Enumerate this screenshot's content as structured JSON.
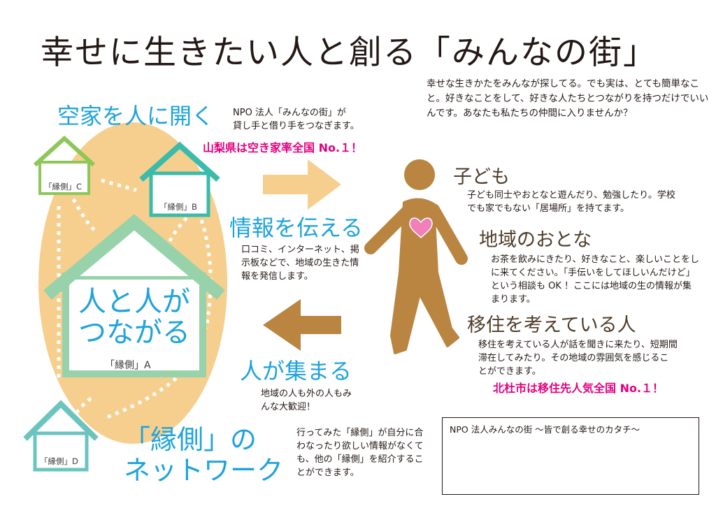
{
  "title": "幸せに生きたい人と創る「みんなの街」",
  "intro": "幸せな生きかたをみんなが探してる。でも実は、とても簡単なこと。好きなことをして、好きな人たちとつながりを持つだけでいいんです。あなたも私たちの仲間に入りませんか？",
  "sections": {
    "akiya": {
      "heading": "空家を人に開く",
      "body_line1": "NPO 法人「みんなの街」が",
      "body_line2": "貸し手と借り手をつなぎます。",
      "highlight": "山梨県は空き家率全国 No.１！"
    },
    "joho": {
      "heading": "情報を伝える",
      "body": "口コミ、インターネット、掲示板などで、地域の生きた情報を発信します。"
    },
    "atsumaru": {
      "heading": "人が集まる",
      "body": "地域の人も外の人もみんな大歓迎！"
    },
    "network": {
      "heading_line1": "「縁側」の",
      "heading_line2": "ネットワーク",
      "body": "行ってみた「縁側」が自分に合わなったり欲しい情報がなくても、他の「縁側」を紹介することができます。"
    }
  },
  "houses": {
    "a": {
      "label": "「縁側」A",
      "main_line1": "人と人が",
      "main_line2": "つながる",
      "color": "#97d2ab"
    },
    "b": {
      "label": "「縁側」B",
      "color": "#3bbba9"
    },
    "c": {
      "label": "「縁側」C",
      "color": "#8cc858"
    },
    "d": {
      "label": "「縁側」D",
      "color": "#6cc4bf"
    }
  },
  "people": {
    "kodomo": {
      "heading": "子ども",
      "body": "子ども同士やおとなと遊んだり、勉強したり。学校でも家でもない「居場所」を持てます。"
    },
    "otona": {
      "heading": "地域のおとな",
      "body": "お茶を飲みにきたり、好きなこと、楽しいことをしに来てください。「手伝いをしてほしいんだけど」という相談も OK ！ここには地域の生の情報が集まります。"
    },
    "iju": {
      "heading": "移住を考えている人",
      "body": "移住を考えている人が話を聞きに来たり、短期間滞在してみたり。その地域の雰囲気を感じることができます。",
      "highlight": "北杜市は移住先人気全国 No.１！"
    }
  },
  "footer": {
    "text": "NPO 法人みんなの街 ～皆で創る幸せのカタチ～"
  },
  "colors": {
    "blue": "#1fa3dc",
    "pink": "#e3007f",
    "ellipse": "#f6cf8e",
    "arrow_light": "#f6cf8e",
    "arrow_dark": "#b98541",
    "person": "#b98541",
    "heart": "#f07fba"
  }
}
